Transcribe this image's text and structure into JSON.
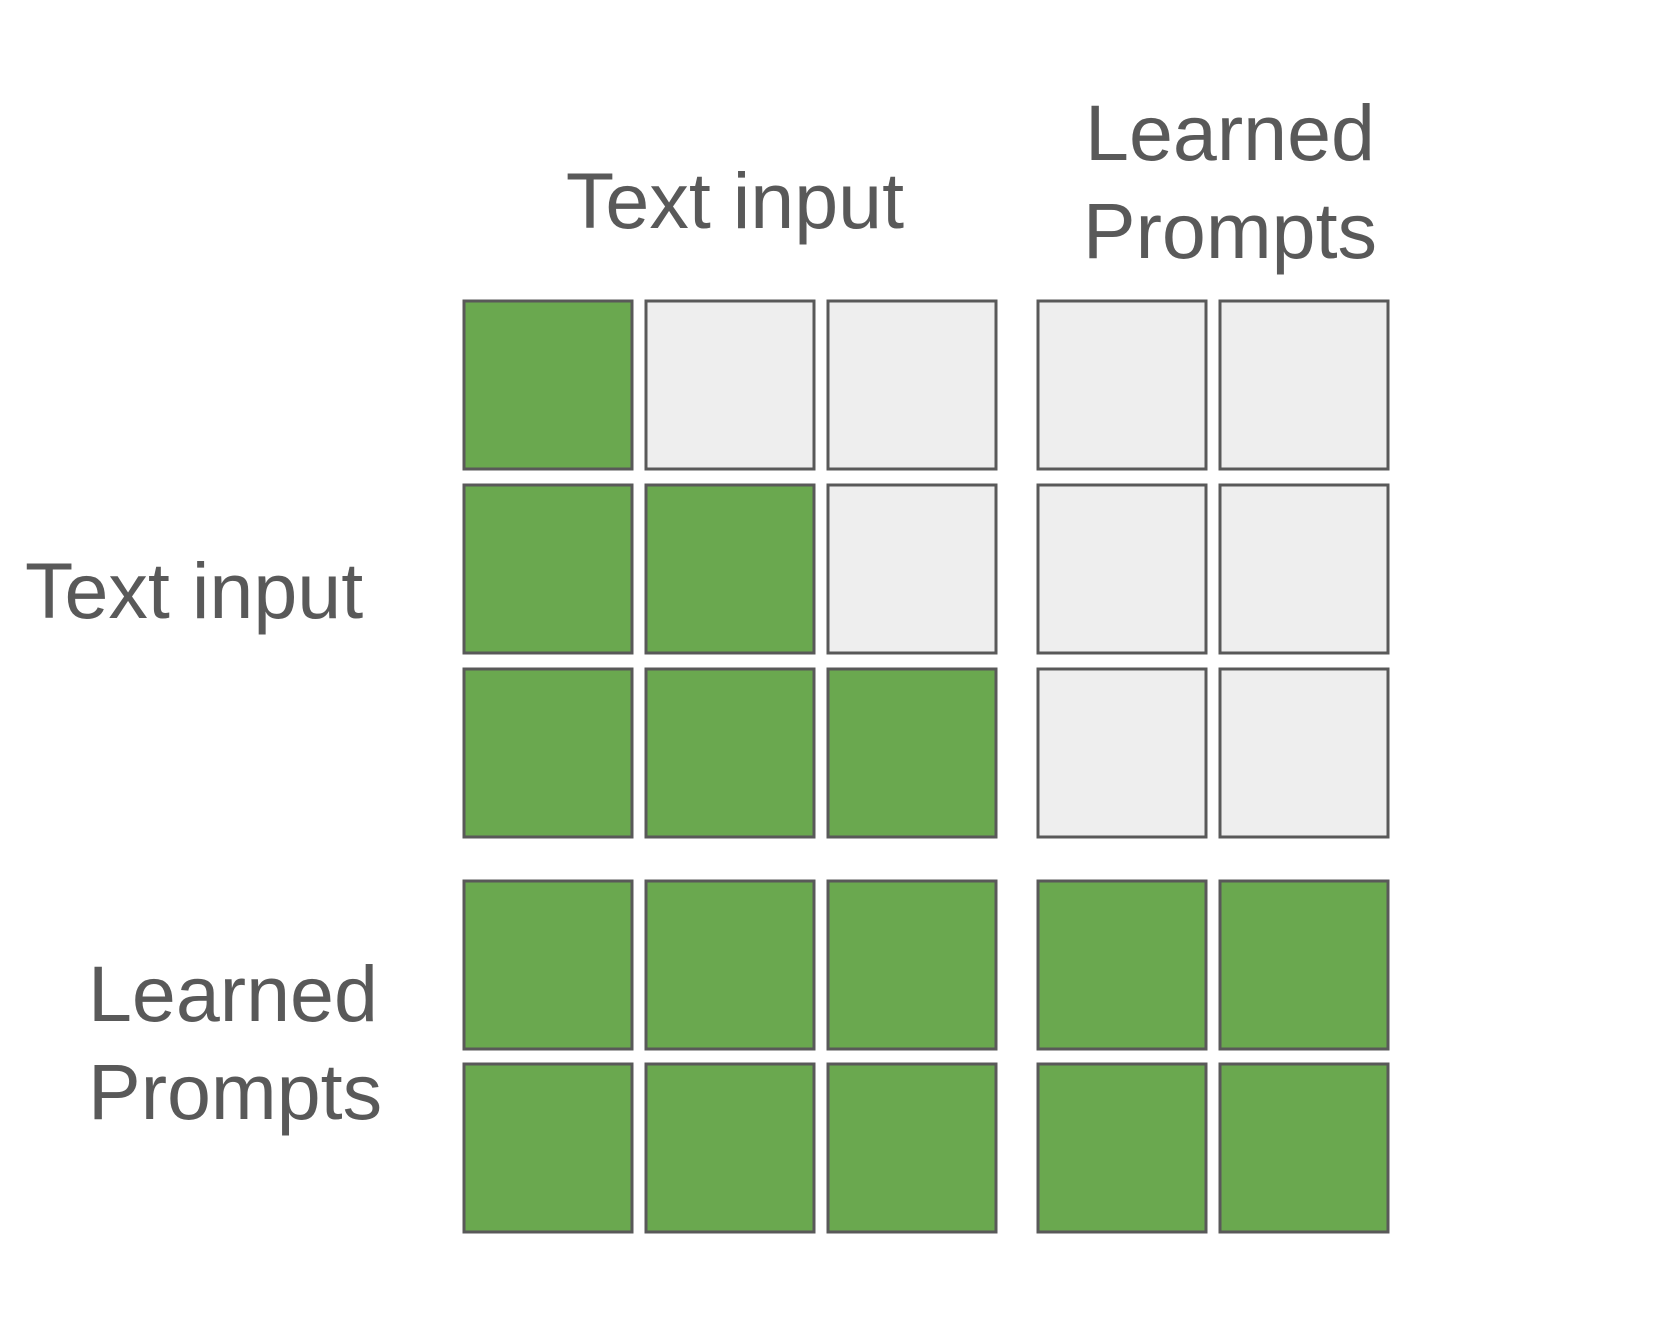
{
  "labels": {
    "columns": {
      "text_input": "Text input",
      "learned_prompts": [
        "Learned",
        "Prompts"
      ]
    },
    "rows": {
      "text_input": "Text input",
      "learned_prompts": [
        "Learned",
        "Prompts"
      ]
    }
  },
  "colors": {
    "attend": "#6aa84f",
    "masked": "#eeeeee",
    "border": "#595959",
    "text": "#595959"
  },
  "matrix": {
    "row_groups": [
      "Text input",
      "Text input",
      "Text input",
      "Learned Prompts",
      "Learned Prompts"
    ],
    "col_groups": [
      "Text input",
      "Text input",
      "Text input",
      "Learned Prompts",
      "Learned Prompts"
    ],
    "cells": [
      [
        1,
        0,
        0,
        0,
        0
      ],
      [
        1,
        1,
        0,
        0,
        0
      ],
      [
        1,
        1,
        1,
        0,
        0
      ],
      [
        1,
        1,
        1,
        1,
        1
      ],
      [
        1,
        1,
        1,
        1,
        1
      ]
    ]
  }
}
